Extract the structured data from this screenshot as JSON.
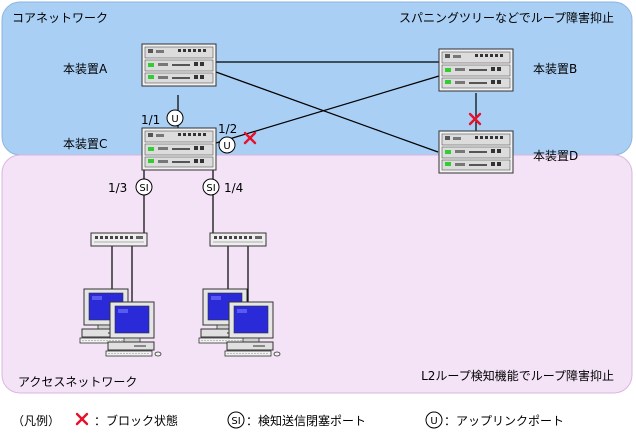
{
  "zones": {
    "core": {
      "label": "コアネットワーク",
      "note": "スパニングツリーなどでループ障害抑止",
      "color": "#a9cff5"
    },
    "access": {
      "label": "アクセスネットワーク",
      "note": "L2ループ検知機能でループ障害抑止",
      "color": "#f4e3f7"
    }
  },
  "devices": {
    "a": "本装置A",
    "b": "本装置B",
    "c": "本装置C",
    "d": "本装置D"
  },
  "ports": {
    "p11": "1/1",
    "p12": "1/2",
    "p13": "1/3",
    "p14": "1/4"
  },
  "badges": {
    "uplink": "U",
    "detect": "SI"
  },
  "legend": {
    "title": "（凡例）",
    "blocked": "：ブロック状態",
    "si_port": "：検知送信閉塞ポート",
    "u_port": "：アップリンクポート"
  },
  "colors": {
    "block_x": "#e8102a",
    "line": "#000000",
    "monitor": "#2a2ad8"
  }
}
